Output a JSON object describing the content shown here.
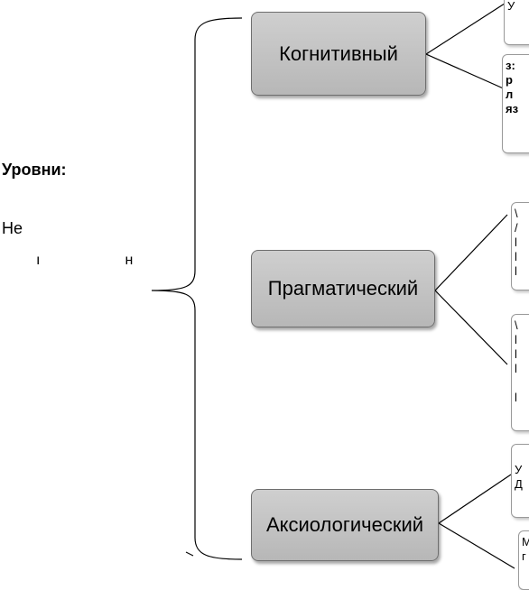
{
  "sidebar": {
    "title": "Уровни:",
    "subtitle": "Не",
    "subtitle_fragment": "н"
  },
  "levels": [
    {
      "label": "Когнитивный"
    },
    {
      "label": "Прагматический"
    },
    {
      "label": "Аксиологический"
    }
  ],
  "cards": [
    {
      "text": "У"
    },
    {
      "text": "з:\nр\nл\nяз"
    },
    {
      "text": "\\\n/\nl\nl\nl"
    },
    {
      "text": "\\\nl\nl\nl\n\nl"
    },
    {
      "text": "\nУ\nД"
    },
    {
      "text": "М\nг"
    }
  ],
  "colors": {
    "box_fill": "#c3c3c3",
    "box_border": "#6e6e6e",
    "line": "#000000"
  }
}
